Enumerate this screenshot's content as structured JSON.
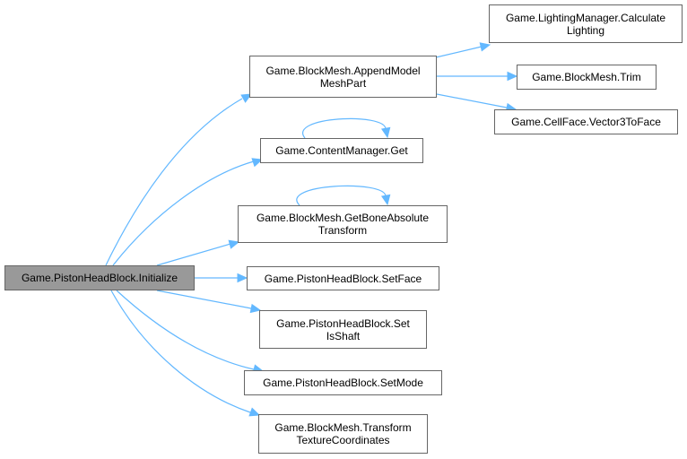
{
  "diagram": {
    "type": "call-graph",
    "edge_color": "#63b8ff",
    "root_fill": "#999999",
    "node_border": "#666666",
    "nodes": [
      {
        "id": "root",
        "label": "Game.PistonHeadBlock.Initialize",
        "root": true
      },
      {
        "id": "append",
        "label": "Game.BlockMesh.AppendModel\nMeshPart"
      },
      {
        "id": "cmget",
        "label": "Game.ContentManager.Get"
      },
      {
        "id": "bone",
        "label": "Game.BlockMesh.GetBoneAbsolute\nTransform"
      },
      {
        "id": "setface",
        "label": "Game.PistonHeadBlock.SetFace"
      },
      {
        "id": "setshaft",
        "label": "Game.PistonHeadBlock.Set\nIsShaft"
      },
      {
        "id": "setmode",
        "label": "Game.PistonHeadBlock.SetMode"
      },
      {
        "id": "texcoords",
        "label": "Game.BlockMesh.Transform\nTextureCoordinates"
      },
      {
        "id": "lighting",
        "label": "Game.LightingManager.Calculate\nLighting"
      },
      {
        "id": "trim",
        "label": "Game.BlockMesh.Trim"
      },
      {
        "id": "v3face",
        "label": "Game.CellFace.Vector3ToFace"
      }
    ],
    "edges": [
      {
        "from": "root",
        "to": "append"
      },
      {
        "from": "root",
        "to": "cmget"
      },
      {
        "from": "root",
        "to": "bone"
      },
      {
        "from": "root",
        "to": "setface"
      },
      {
        "from": "root",
        "to": "setshaft"
      },
      {
        "from": "root",
        "to": "setmode"
      },
      {
        "from": "root",
        "to": "texcoords"
      },
      {
        "from": "append",
        "to": "lighting"
      },
      {
        "from": "append",
        "to": "trim"
      },
      {
        "from": "append",
        "to": "v3face"
      },
      {
        "from": "cmget",
        "to": "cmget"
      },
      {
        "from": "bone",
        "to": "bone"
      }
    ]
  }
}
